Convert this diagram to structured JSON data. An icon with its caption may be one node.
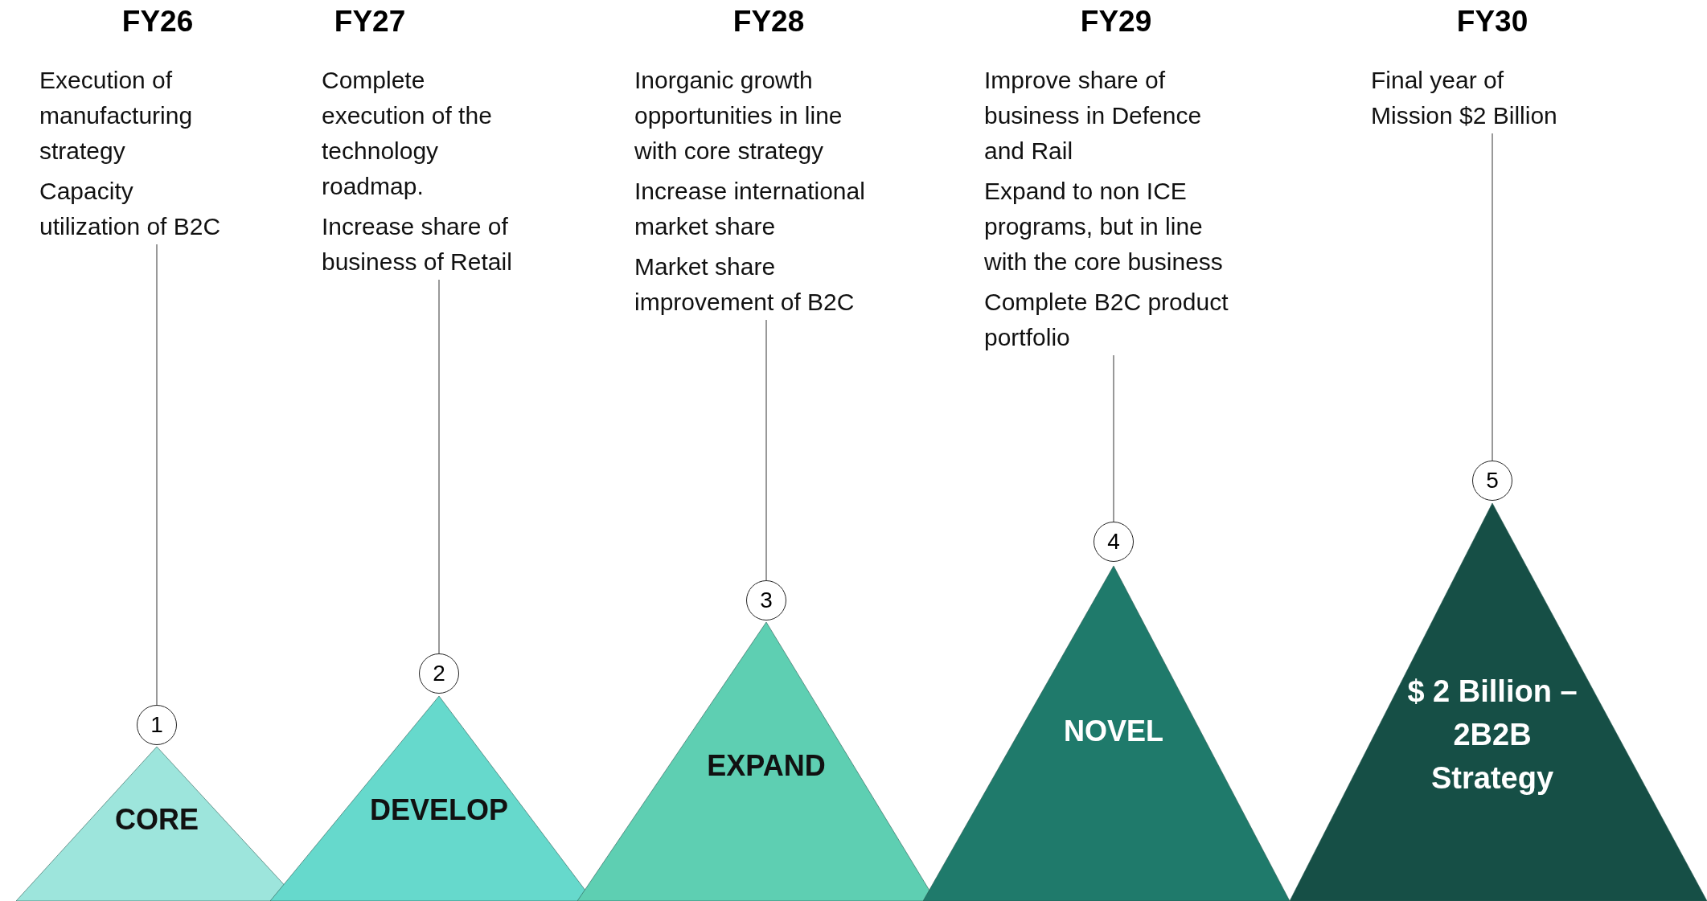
{
  "diagram": {
    "nodes": [
      {
        "text": [
          "FY26",
          "Execution of manufacturing strategy",
          "Capacity utilization of B2C"
        ]
      },
      {
        "text": [
          "1"
        ]
      },
      {
        "text": [
          "CORE"
        ]
      },
      {
        "text": [
          "FY27",
          "Complete execution of the technology roadmap.",
          "Increase share of business of Retail"
        ]
      },
      {
        "text": [
          "2"
        ]
      },
      {
        "text": [
          "DEVELOP"
        ]
      },
      {
        "text": [
          "FY28",
          "Inorganic growth opportunities in line with core strategy",
          "Increase international market share",
          "Market share improvement of B2C"
        ]
      },
      {
        "text": [
          "3"
        ]
      },
      {
        "text": [
          "EXPAND"
        ]
      },
      {
        "text": [
          "FY29",
          "Improve share of business in Defence and Rail",
          "Expand to non ICE programs, but in line with the core business",
          "Complete B2C product portfolio"
        ]
      },
      {
        "text": [
          "4"
        ]
      },
      {
        "text": [
          "NOVEL"
        ]
      },
      {
        "text": [
          "FY30",
          "Final year of Mission $2 Billion"
        ]
      },
      {
        "text": [
          "5"
        ]
      },
      {
        "text": [
          "$ 2 Billion – 2B2B Strategy"
        ]
      }
    ],
    "edges": [
      {
        "from": 0,
        "to": 1,
        "arrow": "none"
      },
      {
        "from": 3,
        "to": 4,
        "arrow": "none"
      },
      {
        "from": 6,
        "to": 7,
        "arrow": "none"
      },
      {
        "from": 9,
        "to": 10,
        "arrow": "none"
      },
      {
        "from": 12,
        "to": 13,
        "arrow": "none"
      }
    ]
  }
}
